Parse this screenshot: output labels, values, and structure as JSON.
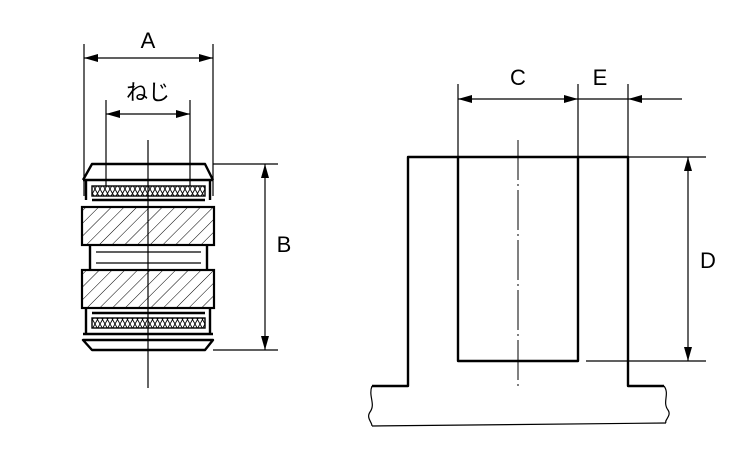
{
  "insert_view": {
    "dimensions": {
      "outer_diameter_label": "A",
      "thread_label": "ねじ",
      "length_label": "B"
    }
  },
  "hole_view": {
    "dimensions": {
      "hole_diameter_label": "C",
      "wall_offset_label": "E",
      "depth_label": "D"
    }
  }
}
